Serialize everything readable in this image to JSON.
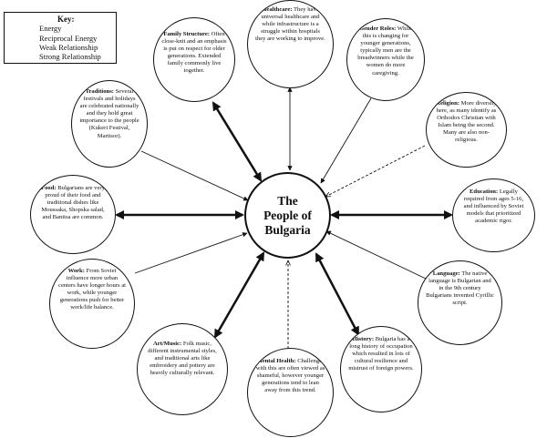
{
  "key": {
    "title": "Key:",
    "items": [
      "Energy",
      "Reciprocal Energy",
      "Weak Relationship",
      "Strong Relationship"
    ]
  },
  "center": {
    "line1": "The",
    "line2": "People of",
    "line3": "Bulgaria"
  },
  "nodes": {
    "family": {
      "title": "Family Structure:",
      "body": "Often close-knit and an emphasis is put on respect for older generations. Extended family commonly live together.",
      "link": "strong-reciprocal"
    },
    "healthcare": {
      "title": "Healthcare:",
      "body": "They have universal healthcare and while infrastructure is a struggle within hospitals they are working to improve.",
      "link": "reciprocal"
    },
    "gender": {
      "title": "Gender Roles:",
      "body": "While this is changing for younger generations, typically men are the breadwinners while the women do more caregiving.",
      "link": "energy"
    },
    "traditions": {
      "title": "Traditions:",
      "body": "Several festivals and holidays are celebrated nationally and they hold great importance to the people (Kukeri Festival, Martisor).",
      "link": "energy"
    },
    "religion": {
      "title": "Religion:",
      "body": "More diversity here, as many identify as Orthodox Christian with Islam being the second. Many are also non-religious.",
      "link": "weak"
    },
    "food": {
      "title": "Food:",
      "body": "Bulgarians are very proud of their food and traditional dishes like Moussaka, Shopska salad, and Banitsa are common.",
      "link": "strong-reciprocal"
    },
    "education": {
      "title": "Education:",
      "body": "Legally required from ages 5-16, and influenced by Soviet models that prioritized academic rigor.",
      "link": "strong-reciprocal"
    },
    "work": {
      "title": "Work:",
      "body": "From Soviet influence more urban centers have longer hours at work, while younger generations push for better work/life balance.",
      "link": "energy"
    },
    "language": {
      "title": "Language:",
      "body": "The native language is Bulgarian and in the 9th century Bulgarians invented Cyrillic script.",
      "link": "energy"
    },
    "art": {
      "title": "Art/Music:",
      "body": "Folk music, different instrumental styles, and traditional arts like embroidery and pottery are heavily culturally relevant.",
      "link": "strong-reciprocal"
    },
    "mental": {
      "title": "Mental Health:",
      "body": "Challenges with this are often viewed as shameful, however younger generations tend to lean away from this trend.",
      "link": "weak"
    },
    "history": {
      "title": "History:",
      "body": "Bulgaria has a long history of occupation which resulted in lots of cultural resilience and mistrust of foreign powers.",
      "link": "strong-reciprocal"
    }
  }
}
